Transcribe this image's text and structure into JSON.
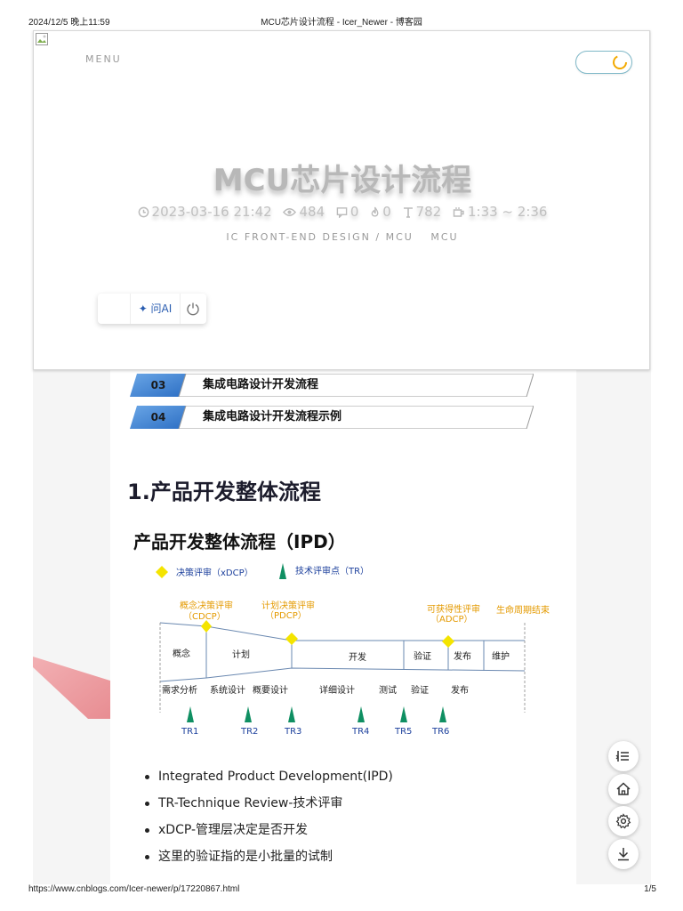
{
  "print_header": {
    "datetime": "2024/12/5 晚上11:59",
    "doc_title": "MCU芯片设计流程 - Icer_Newer - 博客园"
  },
  "print_footer": {
    "url": "https://www.cnblogs.com/Icer-newer/p/17220867.html",
    "page": "1/5"
  },
  "header": {
    "menu_label": "MENU",
    "post_title": "MCU芯片设计流程",
    "meta": {
      "date": "2023-03-16 21:42",
      "views": "484",
      "comments": "0",
      "likes": "0",
      "words": "782",
      "read_time": "1:33 ~ 2:36"
    },
    "categories": [
      "IC FRONT-END DESIGN / MCU",
      "MCU"
    ],
    "ai_label": "✦ 问AI"
  },
  "toc": [
    {
      "num": "03",
      "text": "集成电路设计开发流程"
    },
    {
      "num": "04",
      "text": "集成电路设计开发流程示例"
    }
  ],
  "section_heading": "1.产品开发整体流程",
  "image_title": "产品开发整体流程（IPD）",
  "diagram": {
    "legend_decision": "决策评审（xDCP）",
    "legend_tech": "技术评审点（TR）",
    "gates": [
      {
        "name": "概念决策评审",
        "abbr": "（CDCP）"
      },
      {
        "name": "计划决策评审",
        "abbr": "（PDCP）"
      },
      {
        "name": "可获得性评审",
        "abbr": "（ADCP）"
      }
    ],
    "end_label": "生命周期结束",
    "phases": [
      "概念",
      "计划",
      "开发",
      "验证",
      "发布",
      "维护"
    ],
    "activities": [
      "需求分析",
      "系统设计",
      "概要设计",
      "详细设计",
      "测试",
      "验证",
      "发布"
    ],
    "tr_points": [
      "TR1",
      "TR2",
      "TR3",
      "TR4",
      "TR5",
      "TR6"
    ],
    "colors": {
      "diamond": "#f4e400",
      "triangle": "#0f8f62",
      "tr_label": "#1b3f9c",
      "gate_label": "#e49a00"
    }
  },
  "bullets": [
    "Integrated Product Development(IPD)",
    "TR-Technique Review-技术评审",
    "xDCP-管理层决定是否开发",
    "这里的验证指的是小批量的试制"
  ],
  "floating_icons": [
    "toc-icon",
    "home-icon",
    "gear-icon",
    "download-icon"
  ]
}
